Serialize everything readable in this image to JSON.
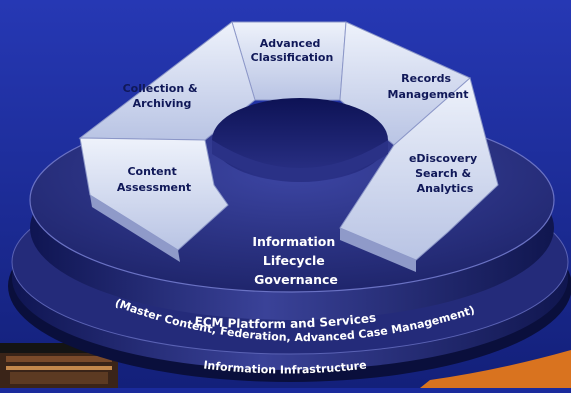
{
  "segments": {
    "advanced_classification": [
      "Advanced",
      "Classification"
    ],
    "records_management": [
      "Records",
      "Management"
    ],
    "ediscovery": [
      "eDiscovery",
      "Search &",
      "Analytics"
    ],
    "collection_archiving": [
      "Collection &",
      "Archiving"
    ],
    "content_assessment": [
      "Content",
      "Assessment"
    ]
  },
  "center_label": [
    "Information",
    "Lifecycle",
    "Governance"
  ],
  "ring_texts": {
    "platform_title": "ECM Platform and Services",
    "platform_detail": "(Master Content, Federation, Advanced Case Management)",
    "infrastructure": "Information Infrastructure"
  },
  "colors": {
    "background": "#1a2a9c",
    "disc_top": "#2a3180",
    "disc_rim": "#161c5e",
    "segment_fill": "#dfe6f6",
    "segment_text": "#101858",
    "ring_text": "#ffffff"
  }
}
